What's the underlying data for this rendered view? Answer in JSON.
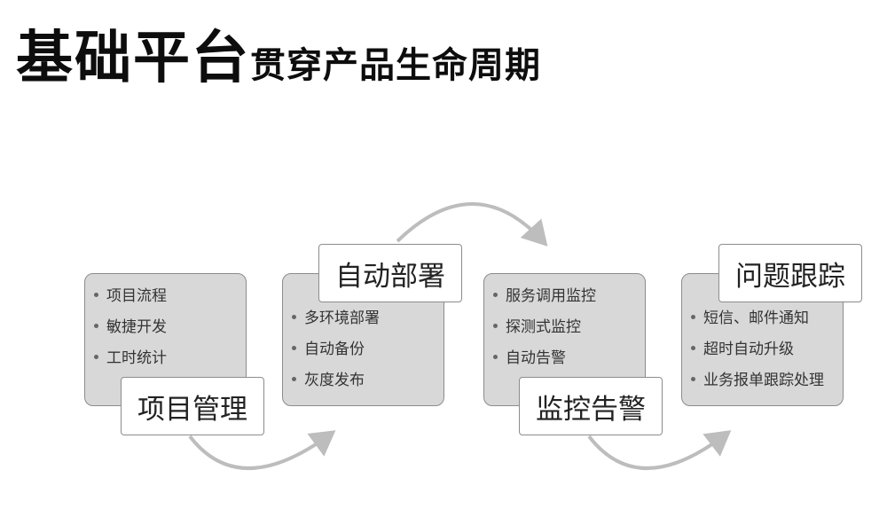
{
  "title": {
    "main": "基础平台",
    "sub": "贯穿产品生命周期"
  },
  "stages": [
    {
      "label": "项目管理",
      "items": [
        "项目流程",
        "敏捷开发",
        "工时统计"
      ]
    },
    {
      "label": "自动部署",
      "items": [
        "多环境部署",
        "自动备份",
        "灰度发布"
      ]
    },
    {
      "label": "监控告警",
      "items": [
        "服务调用监控",
        "探测式监控",
        "自动告警"
      ]
    },
    {
      "label": "问题跟踪",
      "items": [
        "短信、邮件通知",
        "超时自动升级",
        "业务报单跟踪处理"
      ]
    }
  ],
  "colors": {
    "card": "#d8d8d8",
    "border": "#8c8c8c",
    "arrow": "#bdbdbd"
  }
}
